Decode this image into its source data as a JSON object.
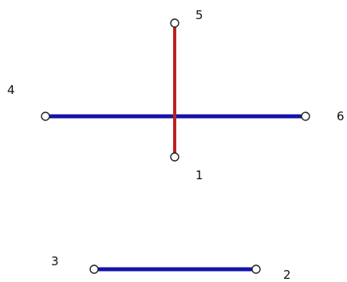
{
  "colors": {
    "background": "#ffffff",
    "edge_red": "#c0201e",
    "edge_blue": "#1414a8",
    "node_stroke": "#222222",
    "node_fill": "#ffffff",
    "label": "#111111"
  },
  "nodes": [
    {
      "id": "1",
      "label": "1"
    },
    {
      "id": "2",
      "label": "2"
    },
    {
      "id": "3",
      "label": "3"
    },
    {
      "id": "4",
      "label": "4"
    },
    {
      "id": "5",
      "label": "5"
    },
    {
      "id": "6",
      "label": "6"
    }
  ],
  "edges": [
    {
      "from": "4",
      "to": "6",
      "color": "blue"
    },
    {
      "from": "5",
      "to": "1",
      "color": "red"
    },
    {
      "from": "3",
      "to": "2",
      "color": "blue"
    }
  ]
}
